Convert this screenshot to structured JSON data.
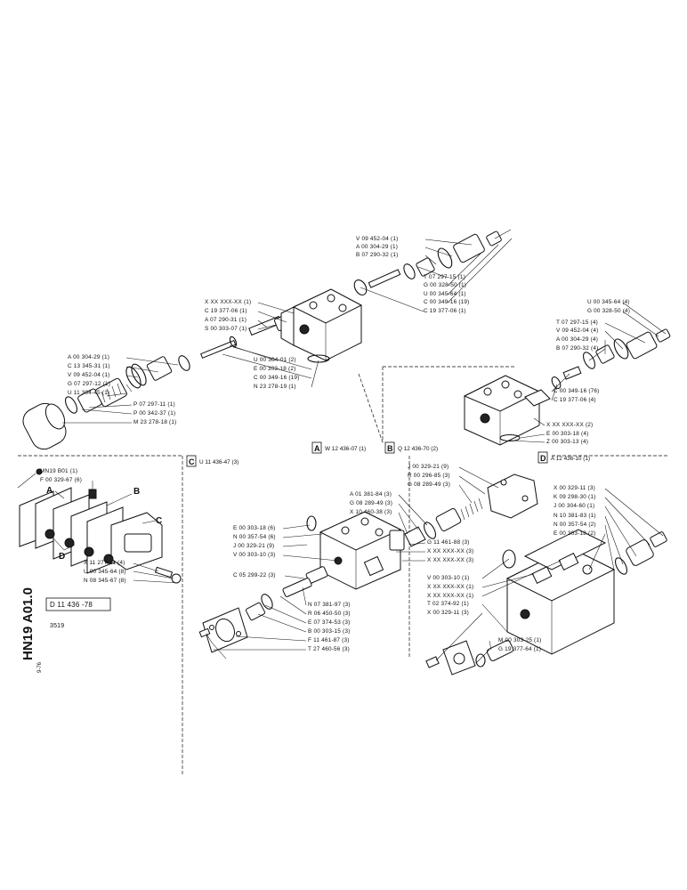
{
  "group_A": {
    "labels": [
      "V 09 452-04 (1)",
      "A 00 304-29 (1)",
      "B 07 290-32 (1)",
      "T 07 297-15 (1)",
      "G 00 328-50 (1)",
      "U 00 345-64 (1)",
      "C 00 349-16 (19)",
      "C 19 377-06 (1)",
      "X XX XXX-XX (1)",
      "C 19 377-06 (1)",
      "A 07 290-31 (1)",
      "S 00 303-07 (1)",
      "U 00 304-01 (2)",
      "E 00 303-18 (2)",
      "C 00 349-16 (19)",
      "N 23 278-19 (1)",
      "A 00 304-29 (1)",
      "C 13 345-31 (1)",
      "V 09 452-04 (1)",
      "G 07 297-12 (1)",
      "U 11 304-45 (1)",
      "P 07 297-11 (1)",
      "P 00 342-37 (1)",
      "M 23 278-18 (1)"
    ]
  },
  "group_B": {
    "labels": [
      "U 00 345-64 (4)",
      "G 00 328-50 (4)",
      "T 07 297-15 (4)",
      "V 09 452-04 (4)",
      "A 00 304-29 (4)",
      "B 07 290-32 (4)",
      "C 00 349-16 (76)",
      "C 19 377-06 (4)",
      "X XX XXX-XX (2)",
      "E 00 303-18 (4)",
      "Z 00 303-13 (4)"
    ]
  },
  "section_headers": {
    "a_letter": "A",
    "a_code": "W 12 436-07 (1)",
    "b_letter": "B",
    "b_code": "Q 12 436-70 (2)",
    "c_letter": "C",
    "c_code": "U 11 436-47 (3)",
    "d_letter": "D",
    "d_code": "A 12 436-10 (1)"
  },
  "overview": {
    "labels": [
      "MN19 B01 (1)",
      "F 00 329-67 (6)",
      "X 11 277-11 (4)",
      "U 00 345-64 (8)",
      "N 08 345-67 (8)"
    ],
    "letters": [
      "A",
      "B",
      "C",
      "D",
      "C"
    ]
  },
  "group_C": {
    "labels": [
      "E 00 303-18 (6)",
      "N 00 357-54 (6)",
      "J 00 329-21 (9)",
      "V 00 303-10 (3)",
      "C 05 299-22 (3)",
      "A 01 381-84 (3)",
      "G 08 289-49 (3)",
      "X 10 460-38 (3)",
      "J 00 329-21 (9)",
      "R 00 296-85 (3)",
      "G 08 289-49 (3)",
      "G 11 461-88 (3)",
      "X XX XXX-XX (3)",
      "X XX XXX-XX (3)",
      "N 07 381-97 (3)",
      "R 06 450-50 (3)",
      "E 07 374-53 (3)",
      "B 00 303-15 (3)",
      "F 11 461-87 (3)",
      "T 27 460-56 (3)"
    ]
  },
  "group_D": {
    "labels": [
      "X 00 329-11 (3)",
      "K 09 298-30 (1)",
      "J 00 304-60 (1)",
      "N 10 381-83 (1)",
      "N 00 357-54 (2)",
      "E 00 303-18 (2)",
      "V 00 303-10 (1)",
      "X XX XXX-XX (1)",
      "X XX XXX-XX (1)",
      "T 02 374-92 (1)",
      "X 00 329-11 (3)",
      "M 00 303-25 (1)",
      "G 19 377-64 (1)"
    ]
  },
  "title_block": {
    "model": "HN19 A01.0",
    "drawing_no": "D 11 436 -78",
    "page": "3519",
    "date": "9-76"
  }
}
